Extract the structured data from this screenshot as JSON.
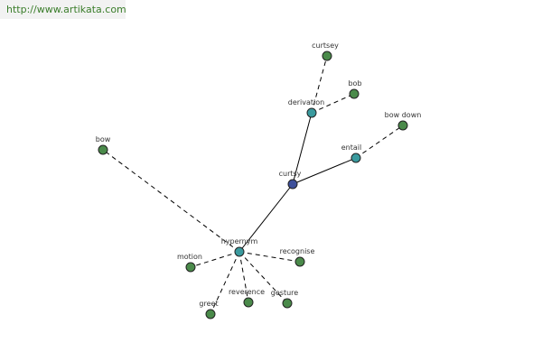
{
  "header": {
    "url": "http://www.artikata.com"
  },
  "colors": {
    "center": "#3d4f9a",
    "relation": "#3a9a9e",
    "leaf": "#4a8a4a",
    "banner_text": "#3a7d2a"
  },
  "graph": {
    "center": "curtsy",
    "relations": [
      {
        "label": "derivation",
        "edge": "solid",
        "children": [
          "curtsey",
          "bob"
        ]
      },
      {
        "label": "entail",
        "edge": "solid",
        "children": [
          "bow down"
        ]
      },
      {
        "label": "hypernym",
        "edge": "solid",
        "children": [
          "bow",
          "motion",
          "recognise",
          "greet",
          "reverence",
          "gesture"
        ]
      }
    ]
  }
}
